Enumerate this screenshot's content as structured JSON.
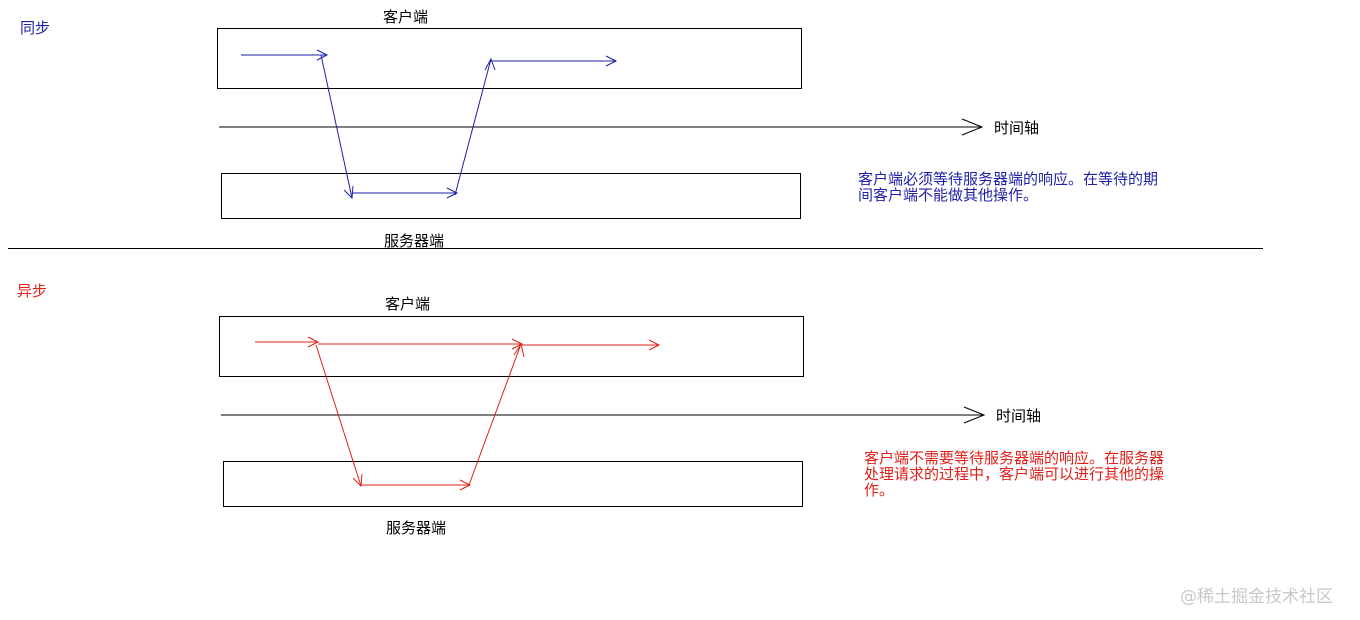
{
  "sync": {
    "title": "同步",
    "title_color": "#1f1fa8",
    "arrow_color": "#1f1fa8",
    "client_label": "客户端",
    "server_label": "服务器端",
    "timeline_label": "时间轴",
    "note": "客户端必须等待服务器端的响应。在等待的期间客户端不能做其他操作。",
    "note_color": "#1f1fa8"
  },
  "async": {
    "title": "异步",
    "title_color": "#e0201a",
    "arrow_color": "#e0201a",
    "client_label": "客户端",
    "server_label": "服务器端",
    "timeline_label": "时间轴",
    "note": "客户端不需要等待服务器端的响应。在服务器处理请求的过程中，客户端可以进行其他的操作。",
    "note_color": "#e0201a"
  },
  "watermark": "@稀土掘金技术社区"
}
